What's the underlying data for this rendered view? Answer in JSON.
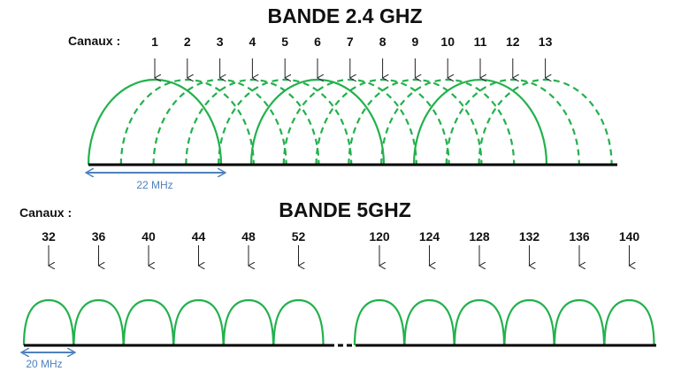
{
  "band24": {
    "title": "BANDE 2.4 GHZ",
    "channels_label": "Canaux :",
    "channels": [
      "1",
      "2",
      "3",
      "4",
      "5",
      "6",
      "7",
      "8",
      "9",
      "10",
      "11",
      "12",
      "13"
    ],
    "non_overlapping": [
      "1",
      "6",
      "11"
    ],
    "width_label": "22 MHz"
  },
  "band5": {
    "title": "BANDE 5GHZ",
    "channels_label": "Canaux :",
    "channels_group1": [
      "32",
      "36",
      "40",
      "44",
      "48",
      "52"
    ],
    "channels_group2": [
      "120",
      "124",
      "128",
      "132",
      "136",
      "140"
    ],
    "width_label": "20 MHz"
  },
  "colors": {
    "curve": "#22b14c",
    "width_arrow": "#4f81bd",
    "axis": "#000000"
  }
}
